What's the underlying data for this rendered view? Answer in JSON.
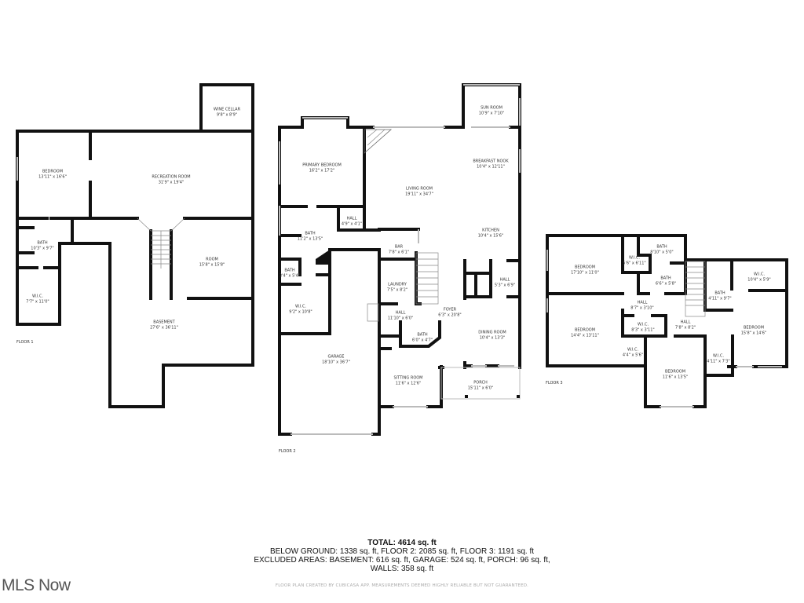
{
  "floors": [
    {
      "label": "FLOOR 1",
      "rooms": [
        {
          "name": "WINE CELLAR",
          "dims": "9'8\" x 8'9\""
        },
        {
          "name": "BEDROOM",
          "dims": "13'11\" x 16'6\""
        },
        {
          "name": "RECREATION ROOM",
          "dims": "31'9\" x 19'4\""
        },
        {
          "name": "BATH",
          "dims": "10'3\" x 9'7\""
        },
        {
          "name": "ROOM",
          "dims": "15'8\" x 15'8\""
        },
        {
          "name": "W.I.C.",
          "dims": "7'7\" x 11'0\""
        },
        {
          "name": "BASEMENT",
          "dims": "27'6\" x 36'11\""
        }
      ]
    },
    {
      "label": "FLOOR 2",
      "rooms": [
        {
          "name": "SUN ROOM",
          "dims": "10'9\" x 7'10\""
        },
        {
          "name": "PRIMARY BEDROOM",
          "dims": "16'2\" x 17'2\""
        },
        {
          "name": "BREAKFAST NOOK",
          "dims": "10'4\" x 12'11\""
        },
        {
          "name": "LIVING ROOM",
          "dims": "19'11\" x 34'7\""
        },
        {
          "name": "HALL",
          "dims": "4'9\" x 4'1\""
        },
        {
          "name": "KITCHEN",
          "dims": "10'4\" x 15'6\""
        },
        {
          "name": "BATH",
          "dims": "11'2\" x 13'5\""
        },
        {
          "name": "BAR",
          "dims": "7'8\" x 6'1\""
        },
        {
          "name": "BATH",
          "dims": "3'4\" x 5'4\""
        },
        {
          "name": "LAUNDRY",
          "dims": "7'5\" x 8'2\""
        },
        {
          "name": "HALL",
          "dims": "5'3\" x 6'9\""
        },
        {
          "name": "W.I.C.",
          "dims": "9'2\" x 10'8\""
        },
        {
          "name": "HALL",
          "dims": "11'10\" x 6'0\""
        },
        {
          "name": "FOYER",
          "dims": "6'3\" x 20'8\""
        },
        {
          "name": "BATH",
          "dims": "6'0\" x 4'7\""
        },
        {
          "name": "DINING ROOM",
          "dims": "10'4\" x 13'3\""
        },
        {
          "name": "GARAGE",
          "dims": "18'10\" x 36'7\""
        },
        {
          "name": "SITTING ROOM",
          "dims": "11'6\" x 12'6\""
        },
        {
          "name": "PORCH",
          "dims": "15'11\" x 6'0\""
        }
      ]
    },
    {
      "label": "FLOOR 3",
      "rooms": [
        {
          "name": "BATH",
          "dims": "8'10\" x 5'0\""
        },
        {
          "name": "W.I.C.",
          "dims": "5'6\" x 6'11\""
        },
        {
          "name": "BEDROOM",
          "dims": "17'10\" x 11'0\""
        },
        {
          "name": "BATH",
          "dims": "6'6\" x 5'8\""
        },
        {
          "name": "W.I.C.",
          "dims": "10'4\" x 5'9\""
        },
        {
          "name": "BATH",
          "dims": "4'11\" x 9'7\""
        },
        {
          "name": "HALL",
          "dims": "8'7\" x 3'10\""
        },
        {
          "name": "HALL",
          "dims": "7'8\" x 8'2\""
        },
        {
          "name": "W.I.C.",
          "dims": "8'3\" x 3'11\""
        },
        {
          "name": "BEDROOM",
          "dims": "14'4\" x 13'11\""
        },
        {
          "name": "BEDROOM",
          "dims": "15'8\" x 14'6\""
        },
        {
          "name": "W.I.C.",
          "dims": "4'4\" x 5'6\""
        },
        {
          "name": "W.I.C.",
          "dims": "4'11\" x 7'3\""
        },
        {
          "name": "BEDROOM",
          "dims": "11'6\" x 13'5\""
        }
      ]
    }
  ],
  "summary": {
    "total": "TOTAL: 4614 sq. ft",
    "line1": "BELOW GROUND: 1338 sq. ft, FLOOR 2: 2085 sq. ft, FLOOR 3: 1191 sq. ft",
    "line2": "EXCLUDED AREAS: BASEMENT: 616 sq. ft, GARAGE: 524 sq. ft, PORCH: 96 sq. ft,",
    "line3": "WALLS: 358 sq. ft"
  },
  "disclaimer": "FLOOR PLAN CREATED BY CUBICASA APP. MEASUREMENTS DEEMED HIGHLY RELIABLE BUT NOT GUARANTEED.",
  "brand": "MLS Now"
}
